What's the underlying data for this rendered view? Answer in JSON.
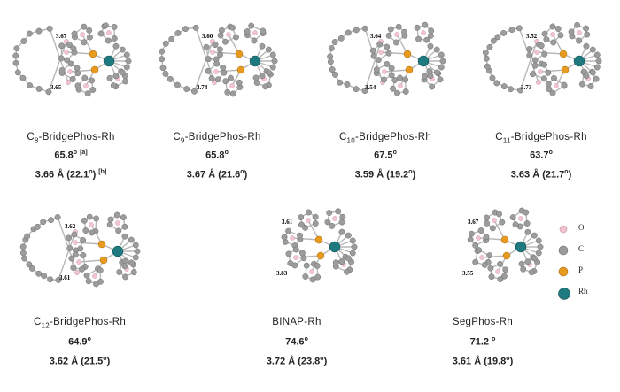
{
  "panels": [
    {
      "id": "c8",
      "name_prefix": "C",
      "name_sub": "8",
      "name_suffix": "-BridgePhos-Rh",
      "angle": "65.8",
      "angle_note": "[a]",
      "dist": "3.66 Å (22.1",
      "dist_close": ")",
      "dist_note": "[b]",
      "labels": [
        "3.67",
        "3.65"
      ]
    },
    {
      "id": "c9",
      "name_prefix": "C",
      "name_sub": "9",
      "name_suffix": "-BridgePhos-Rh",
      "angle": "65.8",
      "dist": "3.67 Å (21.6",
      "dist_close": ")",
      "labels": [
        "3.60",
        "3.74"
      ]
    },
    {
      "id": "c10",
      "name_prefix": "C",
      "name_sub": "10",
      "name_suffix": "-BridgePhos-Rh",
      "angle": "67.5",
      "dist": "3.59 Å (19.2",
      "dist_close": ")",
      "labels": [
        "3.64",
        "3.54"
      ]
    },
    {
      "id": "c11",
      "name_prefix": "C",
      "name_sub": "11",
      "name_suffix": "-BridgePhos-Rh",
      "angle": "63.7",
      "dist": "3.63 Å (21.7",
      "dist_close": ")",
      "labels": [
        "3.52",
        "3.73"
      ]
    },
    {
      "id": "c12",
      "name_prefix": "C",
      "name_sub": "12",
      "name_suffix": "-BridgePhos-Rh",
      "angle": "64.9",
      "dist": "3.62 Å (21.5",
      "dist_close": ")",
      "labels": [
        "3.62",
        "3.61"
      ]
    },
    {
      "id": "binap",
      "name_prefix": "BINAP-Rh",
      "name_sub": "",
      "name_suffix": "",
      "angle": "74.6",
      "dist": "3.72 Å (23.8",
      "dist_close": ")",
      "labels": [
        "3.61",
        "3.83"
      ]
    },
    {
      "id": "segphos",
      "name_prefix": "SegPhos-Rh",
      "name_sub": "",
      "name_suffix": "",
      "angle": "71.2 ",
      "dist": "3.61 Å (19.8",
      "dist_close": ")",
      "labels": [
        "3.67",
        "3.55"
      ]
    }
  ],
  "degree_symbol": "o",
  "legend": [
    {
      "label": "O",
      "color": "#f2b8c6"
    },
    {
      "label": "C",
      "color": "#9a9a9a"
    },
    {
      "label": "P",
      "color": "#e89a1e"
    },
    {
      "label": "Rh",
      "color": "#1f7a80"
    }
  ]
}
